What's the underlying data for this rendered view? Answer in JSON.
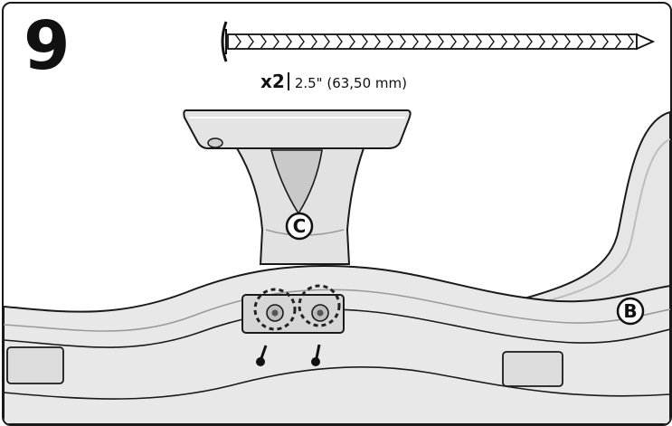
{
  "step": {
    "number": "9"
  },
  "hardware": {
    "quantity": "x2",
    "size": "2.5\" (63,50 mm)"
  },
  "callouts": [
    {
      "id": "C",
      "label": "C"
    },
    {
      "id": "B",
      "label": "B"
    }
  ],
  "colors": {
    "outline": "#1a1a1a",
    "part_fill": "#e4e4e4",
    "part_shade": "#c9c9c9",
    "highlight_dash": "#222222"
  }
}
